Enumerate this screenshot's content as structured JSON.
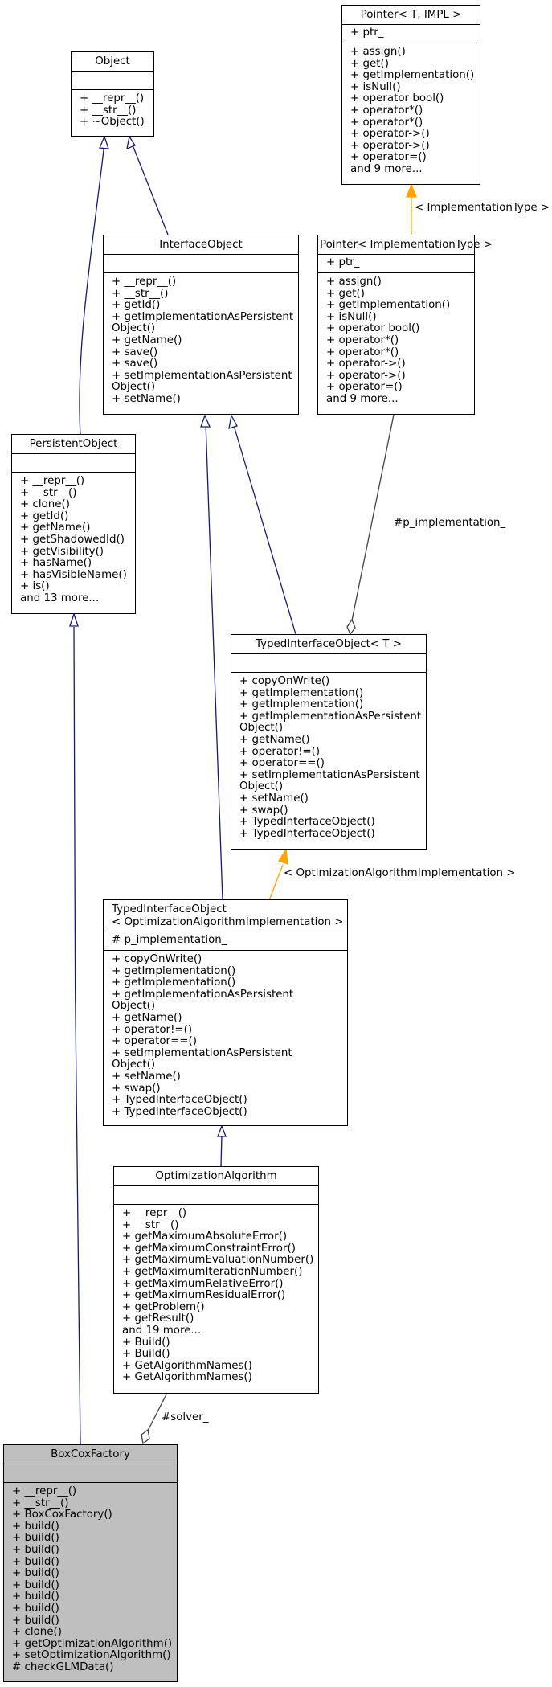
{
  "classes": {
    "object": {
      "name": "Object",
      "attributes": [],
      "methods": [
        "+ __repr__()",
        "+ __str__()",
        "+ ~Object()"
      ]
    },
    "pointer_t_impl": {
      "name": "Pointer< T, IMPL >",
      "attributes": [
        "+ ptr_"
      ],
      "methods": [
        "+ assign()",
        "+ get()",
        "+ getImplementation()",
        "+ isNull()",
        "+ operator bool()",
        "+ operator*()",
        "+ operator*()",
        "+ operator->()",
        "+ operator->()",
        "+ operator=()",
        "and 9 more..."
      ]
    },
    "interface_object": {
      "name": "InterfaceObject",
      "attributes": [],
      "methods": [
        "+ __repr__()",
        "+ __str__()",
        "+ getId()",
        "+ getImplementationAsPersistent",
        "Object()",
        "+ getName()",
        "+ save()",
        "+ save()",
        "+ setImplementationAsPersistent",
        "Object()",
        "+ setName()"
      ]
    },
    "pointer_impl_type": {
      "name": "Pointer< ImplementationType >",
      "attributes": [
        "+ ptr_"
      ],
      "methods": [
        "+ assign()",
        "+ get()",
        "+ getImplementation()",
        "+ isNull()",
        "+ operator bool()",
        "+ operator*()",
        "+ operator*()",
        "+ operator->()",
        "+ operator->()",
        "+ operator=()",
        "and 9 more..."
      ]
    },
    "persistent_object": {
      "name": "PersistentObject",
      "attributes": [],
      "methods": [
        "+ __repr__()",
        "+ __str__()",
        "+ clone()",
        "+ getId()",
        "+ getName()",
        "+ getShadowedId()",
        "+ getVisibility()",
        "+ hasName()",
        "+ hasVisibleName()",
        "+ is()",
        "and 13 more..."
      ]
    },
    "typed_interface_object_t": {
      "name": "TypedInterfaceObject< T >",
      "attributes": [],
      "methods": [
        "+ copyOnWrite()",
        "+ getImplementation()",
        "+ getImplementation()",
        "+ getImplementationAsPersistent",
        "Object()",
        "+ getName()",
        "+ operator!=()",
        "+ operator==()",
        "+ setImplementationAsPersistent",
        "Object()",
        "+ setName()",
        "+ swap()",
        "+ TypedInterfaceObject()",
        "+ TypedInterfaceObject()"
      ]
    },
    "typed_interface_object_oai": {
      "name_lines": [
        "TypedInterfaceObject",
        "< OptimizationAlgorithmImplementation >"
      ],
      "attributes": [
        "# p_implementation_"
      ],
      "methods": [
        "+ copyOnWrite()",
        "+ getImplementation()",
        "+ getImplementation()",
        "+ getImplementationAsPersistent",
        "Object()",
        "+ getName()",
        "+ operator!=()",
        "+ operator==()",
        "+ setImplementationAsPersistent",
        "Object()",
        "+ setName()",
        "+ swap()",
        "+ TypedInterfaceObject()",
        "+ TypedInterfaceObject()"
      ]
    },
    "optimization_algorithm": {
      "name": "OptimizationAlgorithm",
      "attributes": [],
      "methods": [
        "+ __repr__()",
        "+ __str__()",
        "+ getMaximumAbsoluteError()",
        "+ getMaximumConstraintError()",
        "+ getMaximumEvaluationNumber()",
        "+ getMaximumIterationNumber()",
        "+ getMaximumRelativeError()",
        "+ getMaximumResidualError()",
        "+ getProblem()",
        "+ getResult()",
        "and 19 more...",
        "+ Build()",
        "+ Build()",
        "+ GetAlgorithmNames()",
        "+ GetAlgorithmNames()"
      ]
    },
    "box_cox_factory": {
      "name": "BoxCoxFactory",
      "attributes": [],
      "methods": [
        "+ __repr__()",
        "+ __str__()",
        "+ BoxCoxFactory()",
        "+ build()",
        "+ build()",
        "+ build()",
        "+ build()",
        "+ build()",
        "+ build()",
        "+ build()",
        "+ build()",
        "+ build()",
        "+ clone()",
        "+ getOptimizationAlgorithm()",
        "+ setOptimizationAlgorithm()",
        "# checkGLMData()"
      ]
    }
  },
  "edge_labels": {
    "implementation_type": "< ImplementationType >",
    "p_implementation": "#p_implementation_",
    "optimization_algorithm_impl": "< OptimizationAlgorithmImplementation >",
    "solver": "#solver_"
  },
  "colors": {
    "inheritance": "#191970",
    "template": "#ffa500",
    "usage": "#404040",
    "highlight_fill": "#bfbfbf"
  }
}
